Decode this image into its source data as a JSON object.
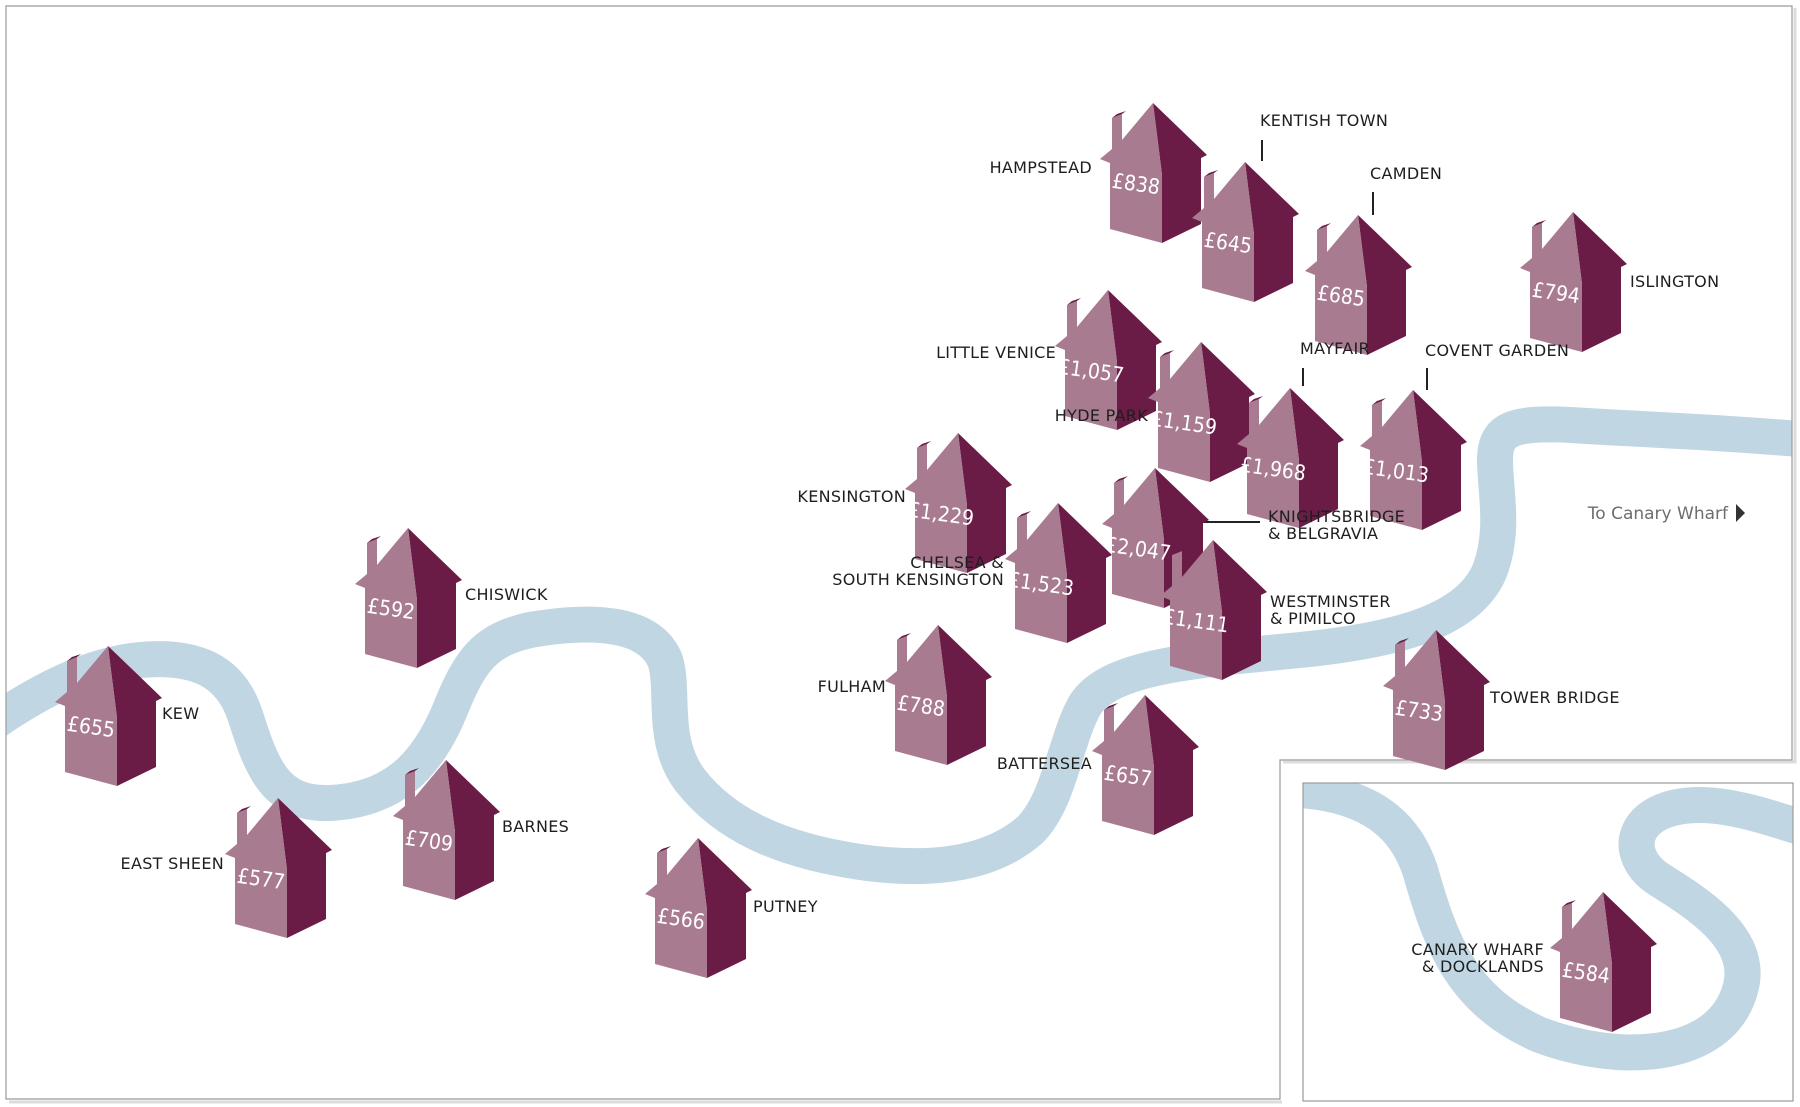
{
  "map": {
    "direction_label": "To Canary Wharf",
    "colors": {
      "house_front": "#a97b90",
      "house_side": "#6b1c46",
      "river": "#c0d6e3",
      "label": "#1e1e1e",
      "frame": "#9a9a9a"
    },
    "areas": [
      {
        "id": "hampstead",
        "name": "HAMPSTEAD",
        "price": "£838"
      },
      {
        "id": "kentish-town",
        "name": "KENTISH TOWN",
        "price": "£645"
      },
      {
        "id": "camden",
        "name": "CAMDEN",
        "price": "£685"
      },
      {
        "id": "islington",
        "name": "ISLINGTON",
        "price": "£794"
      },
      {
        "id": "little-venice",
        "name": "LITTLE VENICE",
        "price": "£1,057"
      },
      {
        "id": "hyde-park",
        "name": "HYDE PARK",
        "price": "£1,159"
      },
      {
        "id": "mayfair",
        "name": "MAYFAIR",
        "price": "£1,968"
      },
      {
        "id": "covent-garden",
        "name": "COVENT GARDEN",
        "price": "£1,013"
      },
      {
        "id": "kensington",
        "name": "KENSINGTON",
        "price": "£1,229"
      },
      {
        "id": "knightsbridge",
        "name": [
          "KNIGHTSBRIDGE",
          "& BELGRAVIA"
        ],
        "price": "£2,047"
      },
      {
        "id": "chelsea",
        "name": [
          "CHELSEA &",
          "SOUTH KENSINGTON"
        ],
        "price": "£1,523"
      },
      {
        "id": "westminster",
        "name": [
          "WESTMINSTER",
          "& PIMILCO"
        ],
        "price": "£1,111"
      },
      {
        "id": "chiswick",
        "name": "CHISWICK",
        "price": "£592"
      },
      {
        "id": "fulham",
        "name": "FULHAM",
        "price": "£788"
      },
      {
        "id": "kew",
        "name": "KEW",
        "price": "£655"
      },
      {
        "id": "tower-bridge",
        "name": "TOWER BRIDGE",
        "price": "£733"
      },
      {
        "id": "battersea",
        "name": "BATTERSEA",
        "price": "£657"
      },
      {
        "id": "east-sheen",
        "name": "EAST SHEEN",
        "price": "£577"
      },
      {
        "id": "barnes",
        "name": "BARNES",
        "price": "£709"
      },
      {
        "id": "putney",
        "name": "PUTNEY",
        "price": "£566"
      },
      {
        "id": "canary-wharf",
        "name": [
          "CANARY WHARF",
          "& DOCKLANDS"
        ],
        "price": "£584"
      }
    ]
  }
}
